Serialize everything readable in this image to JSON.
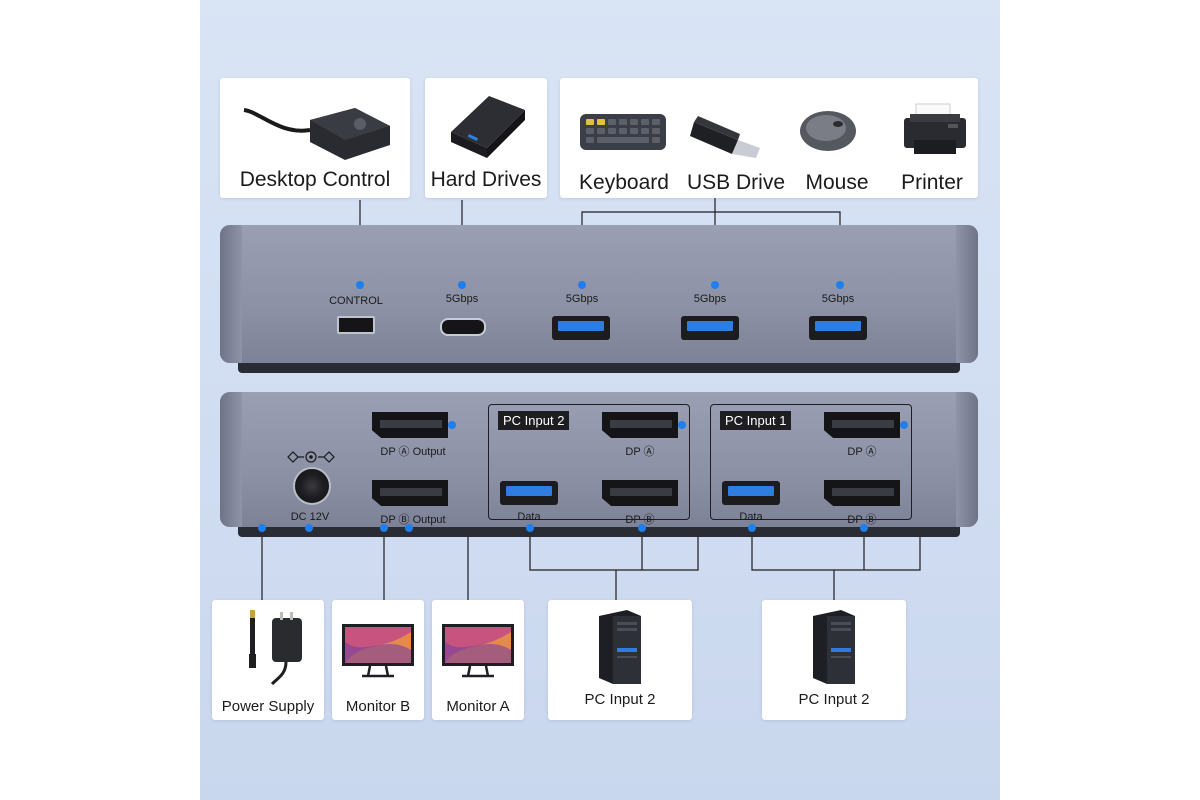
{
  "top_cards": [
    {
      "label": "Desktop Control",
      "icon": "desktop-control-switch-icon"
    },
    {
      "label": "Hard Drives",
      "icon": "hard-drive-icon"
    }
  ],
  "usb_card": {
    "items": [
      {
        "label": "Keyboard",
        "icon": "keyboard-icon"
      },
      {
        "label": "USB Drive",
        "icon": "usb-drive-icon"
      },
      {
        "label": "Mouse",
        "icon": "mouse-icon"
      },
      {
        "label": "Printer",
        "icon": "printer-icon"
      }
    ]
  },
  "front_panel": {
    "ports": [
      {
        "label": "CONTROL",
        "type": "mini-usb"
      },
      {
        "label": "5Gbps",
        "type": "usb-c"
      },
      {
        "label": "5Gbps",
        "type": "usb-a"
      },
      {
        "label": "5Gbps",
        "type": "usb-a"
      },
      {
        "label": "5Gbps",
        "type": "usb-a"
      }
    ]
  },
  "rear_panel": {
    "dc_label": "DC 12V",
    "dp_a_output": "DP Ⓐ Output",
    "dp_b_output": "DP Ⓑ Output",
    "groups": [
      {
        "tag": "PC Input 2",
        "dp_a": "DP Ⓐ",
        "data": "Data",
        "dp_b": "DP Ⓑ"
      },
      {
        "tag": "PC Input 1",
        "dp_a": "DP Ⓐ",
        "data": "Data",
        "dp_b": "DP Ⓑ"
      }
    ]
  },
  "bottom_cards": [
    {
      "label": "Power Supply",
      "icon": "power-adapter-icon"
    },
    {
      "label": "Monitor B",
      "icon": "monitor-icon"
    },
    {
      "label": "Monitor A",
      "icon": "monitor-icon"
    },
    {
      "label": "PC Input 2",
      "icon": "pc-tower-icon"
    },
    {
      "label": "PC Input 2",
      "icon": "pc-tower-icon"
    }
  ],
  "colors": {
    "accent": "#1d7ff0",
    "background": "#d3dff2",
    "device": "#8f94a9"
  }
}
